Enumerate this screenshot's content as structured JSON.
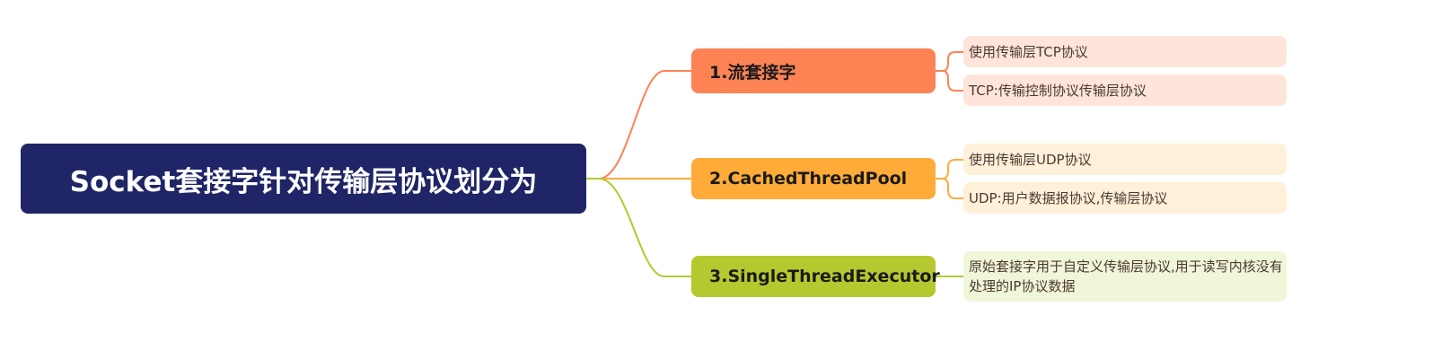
{
  "root": {
    "label": "Socket套接字针对传输层协议划分为",
    "color": "#1f2566"
  },
  "branches": [
    {
      "label": "1.流套接字",
      "color": "#fd8355",
      "leaf_bg": "#ffe4d9",
      "leaves": [
        "使用传输层TCP协议",
        "TCP:传输控制协议传输层协议"
      ]
    },
    {
      "label": "2.CachedThreadPool",
      "color": "#ffab39",
      "leaf_bg": "#fff0d9",
      "leaves": [
        "使用传输层UDP协议",
        "UDP:用户数据报协议,传输层协议"
      ]
    },
    {
      "label": "3.SingleThreadExecutor",
      "color": "#b5c830",
      "leaf_bg": "#f0f6d8",
      "leaves": [
        "原始套接字用于自定义传输层协议,用于读写内核没有处理的IP协议数据"
      ]
    }
  ]
}
